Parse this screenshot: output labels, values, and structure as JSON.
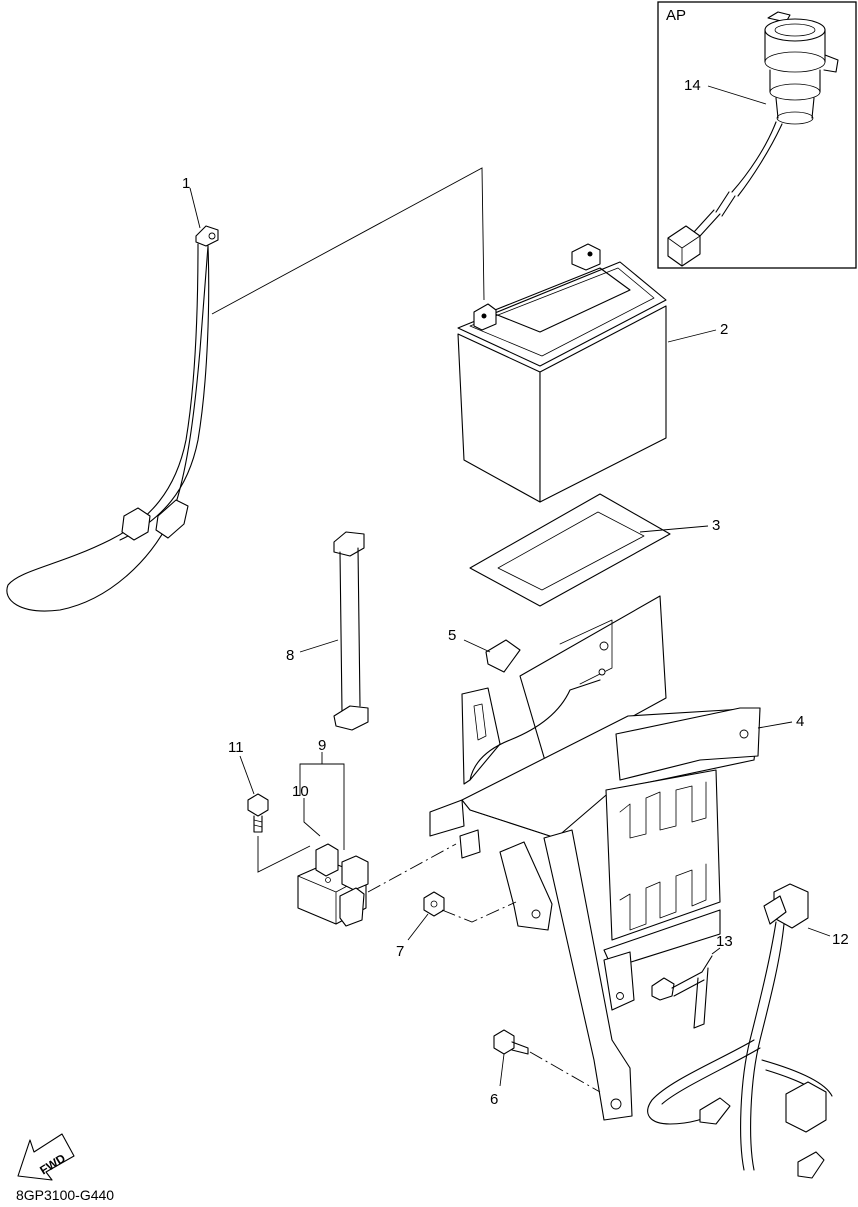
{
  "diagram": {
    "inset_label": "AP",
    "part_code": "8GP3100-G440",
    "fwd_label": "FWD",
    "callouts": [
      "1",
      "2",
      "3",
      "4",
      "5",
      "6",
      "7",
      "8",
      "9",
      "10",
      "11",
      "12",
      "13",
      "14"
    ]
  }
}
